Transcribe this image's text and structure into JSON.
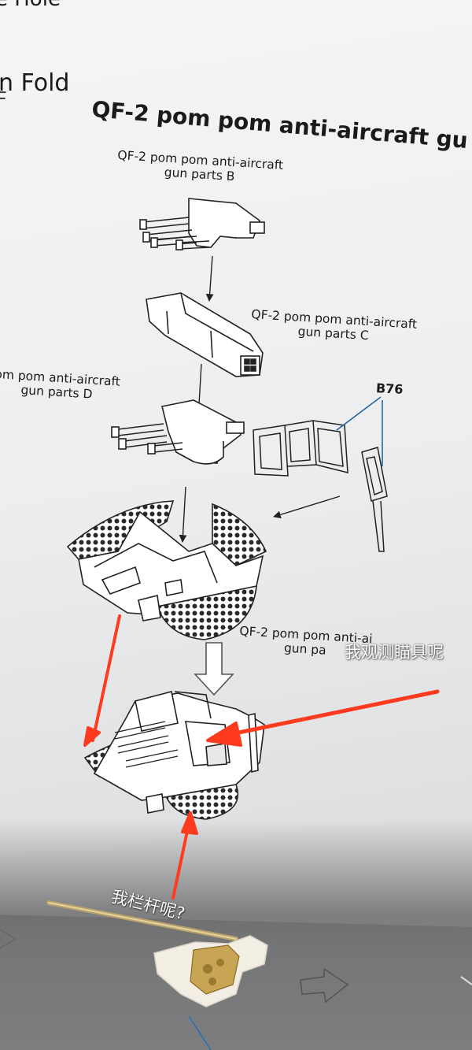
{
  "sheet": {
    "corner_text_top": "e Hole",
    "corner_text_fold": "n Fold",
    "corner_text_f": "F",
    "title": "QF-2 pom pom anti-aircraft gu",
    "label_parts_b": [
      "QF-2 pom pom anti-aircraft",
      "gun parts B"
    ],
    "label_parts_c": [
      "QF-2 pom pom anti-aircraft",
      "gun parts C"
    ],
    "label_parts_d": [
      "om pom anti-aircraft",
      "gun parts D"
    ],
    "label_parts_e": [
      "QF-2 pom pom anti-ai",
      "gun pa"
    ],
    "part_number": "B76"
  },
  "annotations": {
    "sight_question": "我观测瞄具呢",
    "railing_question": "我栏杆呢?",
    "arrow_color": "#ff3b1f"
  }
}
